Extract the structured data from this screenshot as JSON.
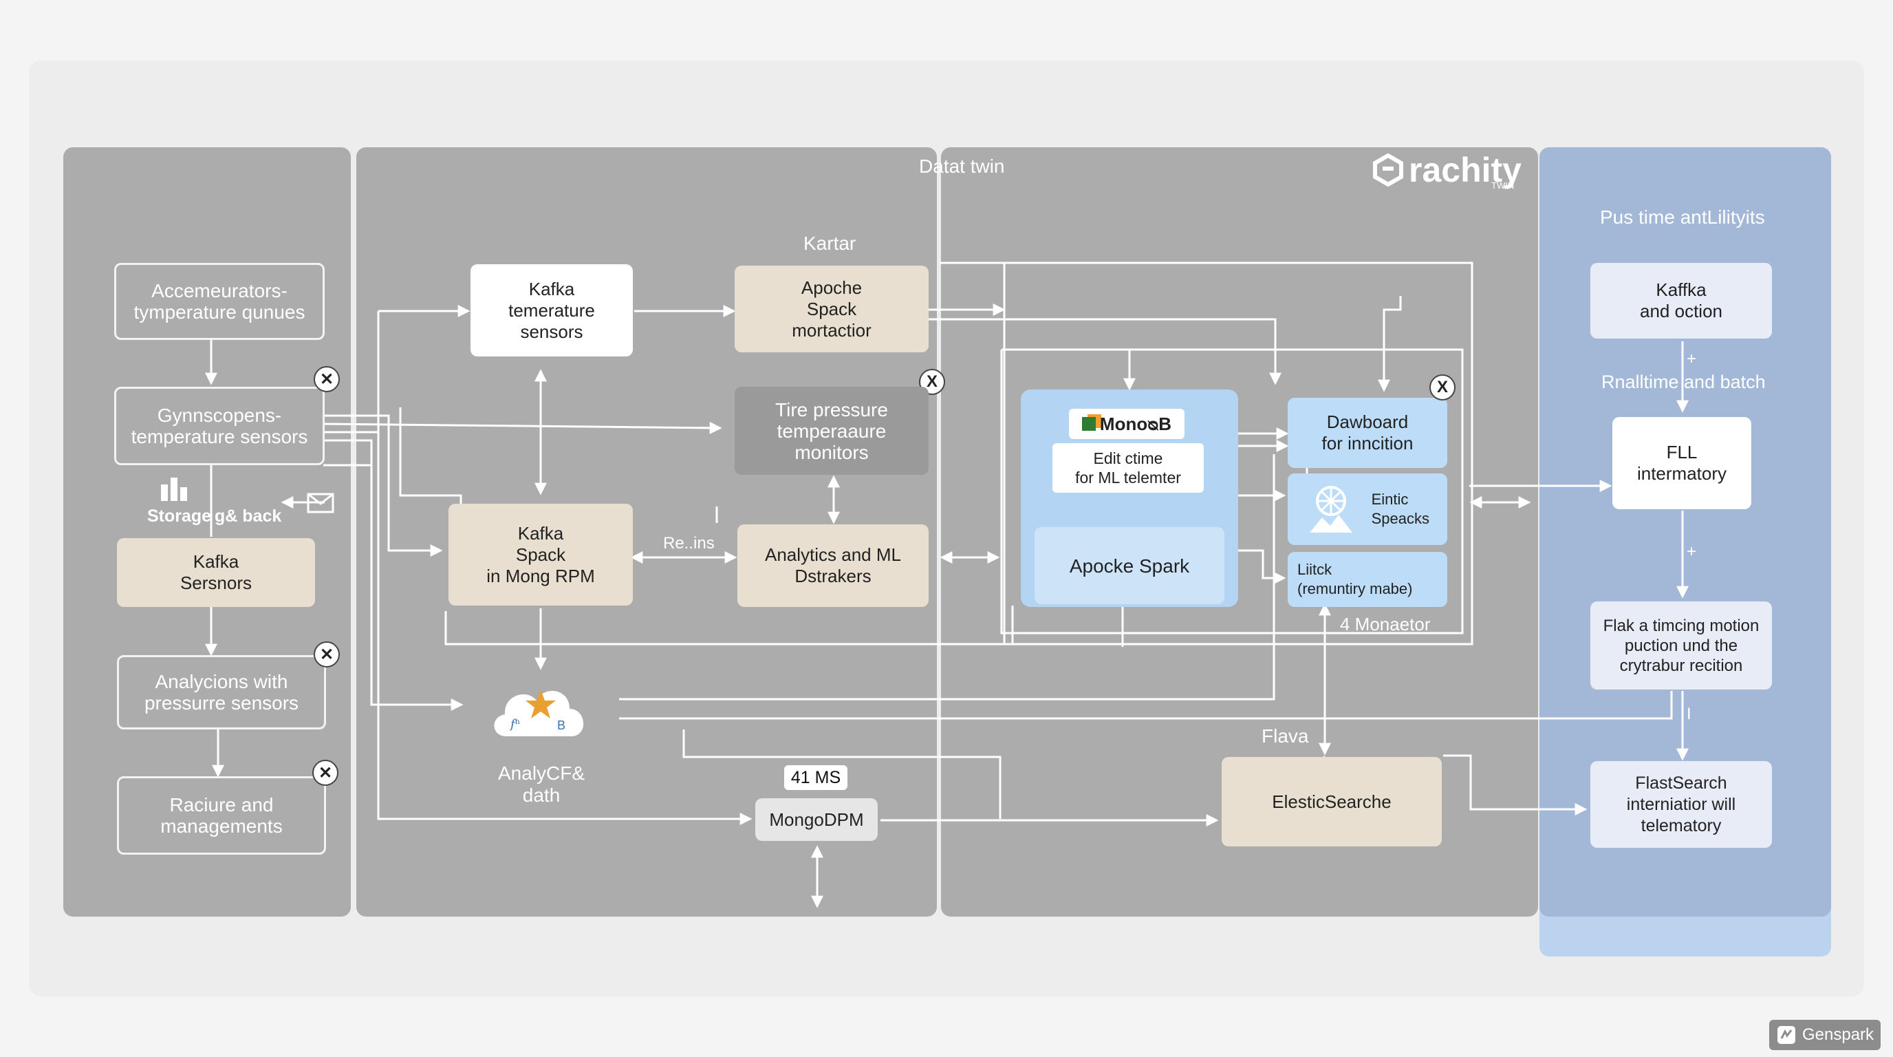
{
  "panels": {
    "center_title": "Datat twin",
    "right_title": "Pus time antLilityits"
  },
  "brand": {
    "name": "rachity",
    "sub": "TWIN"
  },
  "left_column": {
    "n1": "Accemeurators-\ntymperature qunues",
    "n2": "Gynnscopens-\ntemperature sensors",
    "storage_label": "Storage",
    "back_label": "g& back",
    "n3": "Kafka\nSersnors",
    "n4": "Analycions with\npressurre sensors",
    "n5": "Raciure and\nmanagements"
  },
  "center": {
    "kartar_label": "Kartar",
    "kafka_top": "Kafka\ntemerature\nsensors",
    "apoche": "Apoche\nSpack\nmortactior",
    "tire": "Tire pressure\ntemperaaure\nmonitors",
    "kafka_mid": "Kafka\nSpack\nin Mong RPM",
    "reins_label": "Re..ins",
    "analytics": "Analytics and ML\nDstrakers",
    "cloud_label": "AnalyCF&\ndath",
    "cloud_f": "𝑓ⁿ",
    "cloud_b": "B",
    "ms_tag": "41 MS",
    "mongodpm": "MongoDPM"
  },
  "processing": {
    "mongob": "MonoᴓB",
    "edit": "Edit ctime\nfor ML telemter",
    "spark": "Apocke Spark",
    "dashboard": "Dawboard\nfor inncition",
    "eintic": "Eintic\nSpeacks",
    "liitck": "Liitck\n(remuntiry mabe)",
    "monaetor": "4 Monaetor",
    "flava_label": "Flava",
    "elastic": "ElesticSearche"
  },
  "right_column": {
    "kaffka": "Kaffka\nand oction",
    "realtime_label": "Rnalltime and batch",
    "fll": "FLL\nintermatory",
    "flaka": "Flak a timcing motion\npuction und the\ncrytrabur recition",
    "flastsearch": "FlastSearch\ninterniatior will\ntelematory"
  },
  "close_symbol": "✕",
  "close_symbol_alt": "X",
  "watermark": "Genspark",
  "colors": {
    "panel_gray": "#acacac",
    "panel_blue": "#a2b8d6",
    "beige": "#e8dfd0",
    "sky": "#bcdcf7",
    "connector": "#ffffff"
  }
}
